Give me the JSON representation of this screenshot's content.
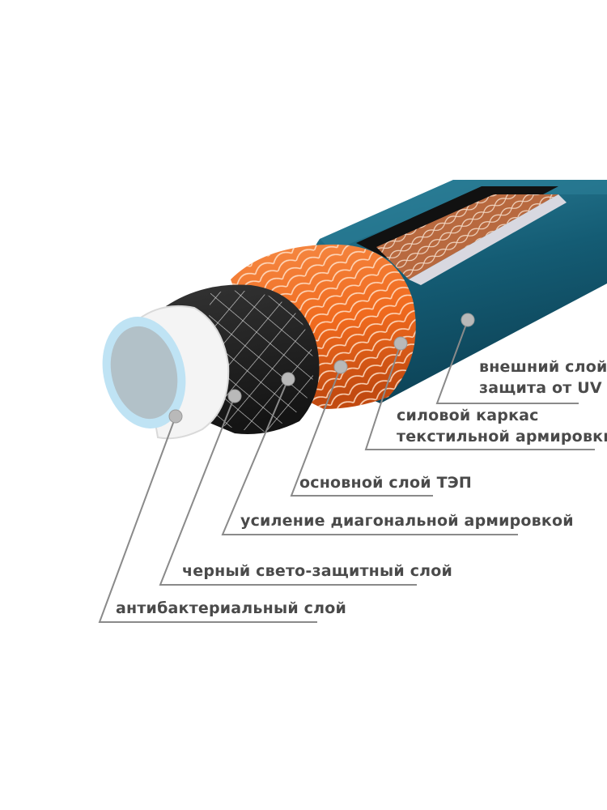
{
  "colors": {
    "outer": "#145c74",
    "outer_dark": "#0d4357",
    "outer_light": "#2c7f98",
    "textile": "#b8693f",
    "tpe": "#f06a1e",
    "tpe_dark": "#c24a10",
    "black": "#1c1c1c",
    "white": "#ffffff",
    "bore": "#b2c1c8",
    "rim": "#bfe3f4",
    "label": "#4a4a4a",
    "leader": "#8a8a8a",
    "dot": "#b9b9b9"
  },
  "labels": {
    "outer_uv": [
      "внешний слой -",
      "защита от UV"
    ],
    "textile": [
      "силовой каркас",
      "текстильной армировки"
    ],
    "tpe": [
      "основной слой ТЭП"
    ],
    "diagonal": [
      "усиление диагональной армировкой"
    ],
    "black": [
      "черный свето-защитный слой"
    ],
    "antibacterial": [
      "антибактериальный слой"
    ]
  }
}
